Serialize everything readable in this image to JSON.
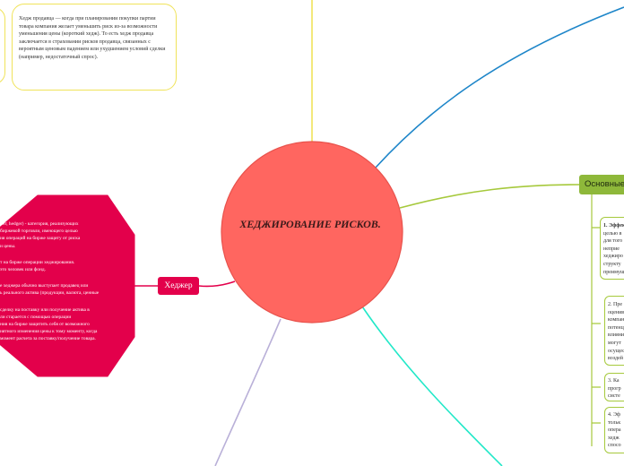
{
  "central": {
    "title": "ХЕДЖИРОВАНИЕ РИСКОВ.",
    "color": "#ff6660"
  },
  "hedger": {
    "label": "Хеджер",
    "color": "#e3004b",
    "paragraphs": [
      "ент, hedger) - категория, реализующих",
      "биржевой торговли, имеющего целью",
      "ия операций на бирже защиту от риска",
      "и цены.",
      "",
      "т на бирже операции хеджирования.",
      "это человек или фонд.",
      "",
      "е хеджера обычно выступает продавец или",
      "ь реального актива (продукции, валюта, ценные",
      "",
      "сделку на поставку или получение актива в",
      "ли старается с помощью операции",
      "ния на бирже защитить себя от возможного",
      "иятного изменения цены к тому моменту, когда",
      "момент расчета за поставку/получение товара."
    ]
  },
  "top_note": {
    "text": "Хедж продавца — когда при планировании покупки партии товара компания желает уменьшить риск из-за возможности уменьшения цены (короткий хедж). То есть хедж продавца заключается в страховании рисков продавца, связанных с вероятным ценовым падением или ухудшением условий сделки (например, недостаточный спрос)."
  },
  "basic": {
    "label": "Основные",
    "color": "#8eb83a",
    "items": [
      "1. Эффек... целью в... для того... неприе... хеджиро... структу... преимущ...",
      "2. Пре... оценив... компан... потенц... влияни... могут... осущес... воздей...",
      "3. Ка... прогр... систе...",
      "4. Эф... тольк... опера... хедж... спосо..."
    ],
    "item_lines": [
      [
        "1. Эффек",
        "целью в",
        "для того",
        "неприе",
        "хеджиро",
        "структу",
        "преимущ"
      ],
      [
        "2. Пре",
        "оценив",
        "компан",
        "потенц",
        "влияни",
        "могут",
        "осущес",
        "воздей"
      ],
      [
        "3. Ка",
        "прогр",
        "систе"
      ],
      [
        "4. Эф",
        "тольк",
        "опера",
        "хедж",
        "спосо"
      ]
    ]
  },
  "colors": {
    "yellow": "#f0e35a",
    "blue": "#1e86c9",
    "green": "#a6c93c",
    "red": "#e3004b",
    "lavender": "#b9b0d8",
    "teal": "#22e8c8"
  }
}
